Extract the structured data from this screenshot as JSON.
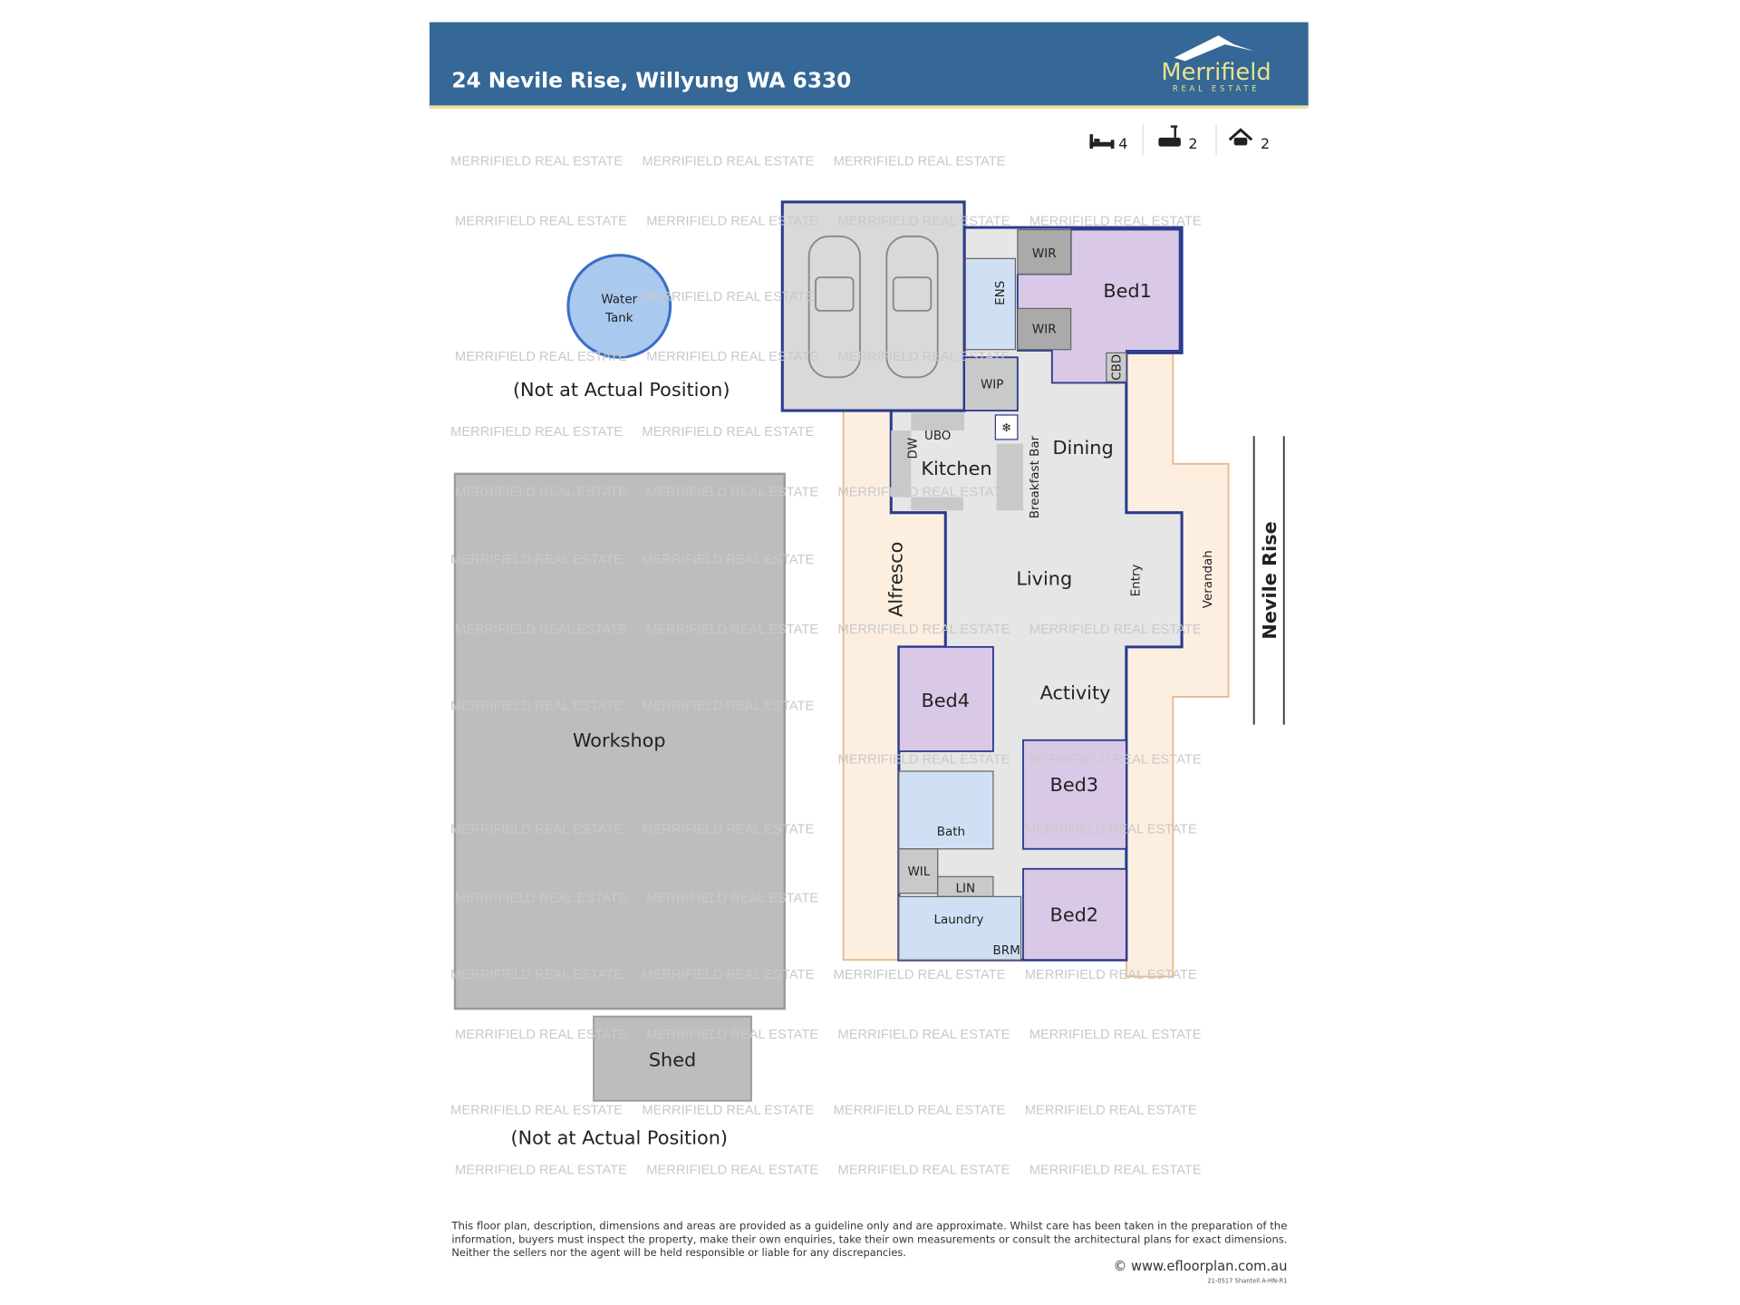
{
  "header": {
    "title": "24 Nevile Rise, Willyung WA 6330",
    "logo_name": "Merrifield",
    "logo_sub": "REAL ESTATE",
    "bg_color": "#356797",
    "accent_color": "#e8e49a"
  },
  "stats": [
    {
      "icon": "bed-icon",
      "value": "4"
    },
    {
      "icon": "bath-icon",
      "value": "2"
    },
    {
      "icon": "garage-icon",
      "value": "2"
    }
  ],
  "watermark": "MERRIFIELD REAL ESTATE",
  "rooms": {
    "water_tank_1": "Water",
    "water_tank_2": "Tank",
    "workshop": "Workshop",
    "shed": "Shed",
    "wir": "WIR",
    "ens": "ENS",
    "bed1": "Bed1",
    "cbd": "CBD",
    "wip": "WIP",
    "kitchen": "Kitchen",
    "dw": "DW",
    "uo": "UBO",
    "breakfast_bar": "Breakfast Bar",
    "dining": "Dining",
    "alfresco": "Alfresco",
    "living": "Living",
    "entry": "Entry",
    "verandah": "Verandah",
    "activity": "Activity",
    "bed4": "Bed4",
    "bed3": "Bed3",
    "bath": "Bath",
    "wil": "WIL",
    "lin": "LIN",
    "laundry": "Laundry",
    "brm": "BRM",
    "bed2": "Bed2"
  },
  "street": "Nevile Rise",
  "notes": {
    "tank_position": "(Not at Actual Position)",
    "shed_position": "(Not at Actual Position)"
  },
  "disclaimer": [
    "This floor plan, description, dimensions and areas are provided as a guideline only and are approximate. Whilst care has been taken in the preparation of the",
    "information, buyers must inspect the property, make their own enquiries, take their own measurements or consult the architectural plans for exact dimensions.",
    "Neither the sellers nor the agent will be held responsible or liable for any discrepancies."
  ],
  "copyright": "© www.efloorplan.com.au",
  "plan_code": "21-0517 Shantell A-HN-R1"
}
